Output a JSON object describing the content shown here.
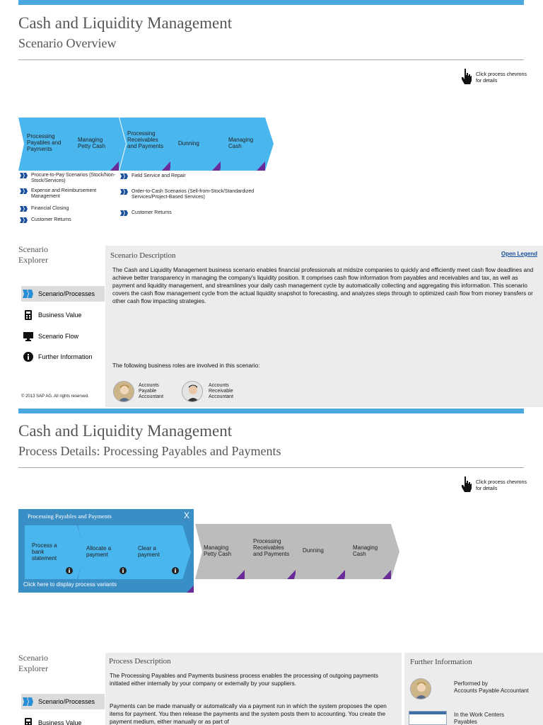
{
  "colors": {
    "accent": "#4aa8e0",
    "chevron_blue": "#4ab6ee",
    "chevron_grey": "#bcbcbc",
    "panel_bg": "#ececec",
    "selected_frame": "#3a8ec6",
    "corner_purple": "#6a2a9a"
  },
  "overview": {
    "title": "Cash and Liquidity Management",
    "subtitle": "Scenario Overview",
    "hint": "Click process chevrons for details",
    "chevrons": [
      {
        "label": "Processing Payables and Payments"
      },
      {
        "label": "Managing Petty Cash"
      },
      {
        "label": "Processing Receivables and Payments"
      },
      {
        "label": "Dunning"
      },
      {
        "label": "Managing Cash"
      }
    ],
    "scenarios_left": [
      "Procure-to-Pay Scenarios (Stock/Non-Stock/Services)",
      "Expense and Reimbursement Management",
      "Financial Closing",
      "Customer Returns"
    ],
    "scenarios_right": [
      "Field Service and Repair",
      "Order-to-Cash Scenarios (Sell-from-Stock/Standardized Services/Project-Based Services)",
      "Customer Returns"
    ],
    "explorer_title": "Scenario Explorer",
    "nav": [
      {
        "label": "Scenario/Processes",
        "icon": "chevrons-icon"
      },
      {
        "label": "Business Value",
        "icon": "calculator-icon"
      },
      {
        "label": "Scenario Flow",
        "icon": "monitor-icon"
      },
      {
        "label": "Further Information",
        "icon": "info-icon"
      }
    ],
    "panel_title": "Scenario Description",
    "legend_link": "Open Legend",
    "description": "The Cash and Liquidity Management business scenario enables financial professionals at midsize companies to quickly and efficiently meet cash flow deadlines and achieve better transparency in managing the company's liquidity position. It comprises cash flow information from payables and receivables and tax, as well as payment and liquidity management, and streamlines your daily cash management cycle by automatically collecting and aggregating this information. This scenario covers the cash flow management cycle from the actual liquidity snapshot to forecasting, and analyzes steps through to optimized cash flow from money transfers or other cash flow impacting strategies.",
    "roles_intro": "The following business roles are involved in this scenario:",
    "roles": [
      "Accounts Payable Accountant",
      "Accounts Receivable Accountant"
    ],
    "copyright": "© 2013 SAP AG. All rights reserved."
  },
  "details": {
    "title": "Cash and Liquidity Management",
    "subtitle": "Process Details: Processing Payables and Payments",
    "hint": "Click process chevrons for details",
    "selected_header": "Processing Payables and Payments",
    "close_label": "X",
    "steps": [
      "Process a bank statement",
      "Allocate a payment",
      "Clear a payment"
    ],
    "variants_link": "Click here to display process variants",
    "chevrons": [
      {
        "label": "Managing Petty Cash"
      },
      {
        "label": "Processing Receivables and Payments"
      },
      {
        "label": "Dunning"
      },
      {
        "label": "Managing Cash"
      }
    ],
    "explorer_title": "Scenario Explorer",
    "nav": [
      {
        "label": "Scenario/Processes",
        "icon": "chevrons-icon"
      },
      {
        "label": "Business Value",
        "icon": "calculator-icon"
      }
    ],
    "panel_title": "Process Description",
    "description_p1": "The Processing Payables and Payments business process enables the processing of outgoing payments initiated either internally by your company or externally by your suppliers.",
    "description_p2": "Payments can be made manually or automatically via a payment run in which the system proposes the open items for payment. You then release the payments and the system posts them to accounting. You create the payment medium, either manually or as part of",
    "further_title": "Further Information",
    "performed_by_label": "Performed by",
    "performed_by_role": "Accounts Payable Accountant",
    "work_centers_label": "In the Work Centers",
    "work_centers_value": "Payables"
  }
}
